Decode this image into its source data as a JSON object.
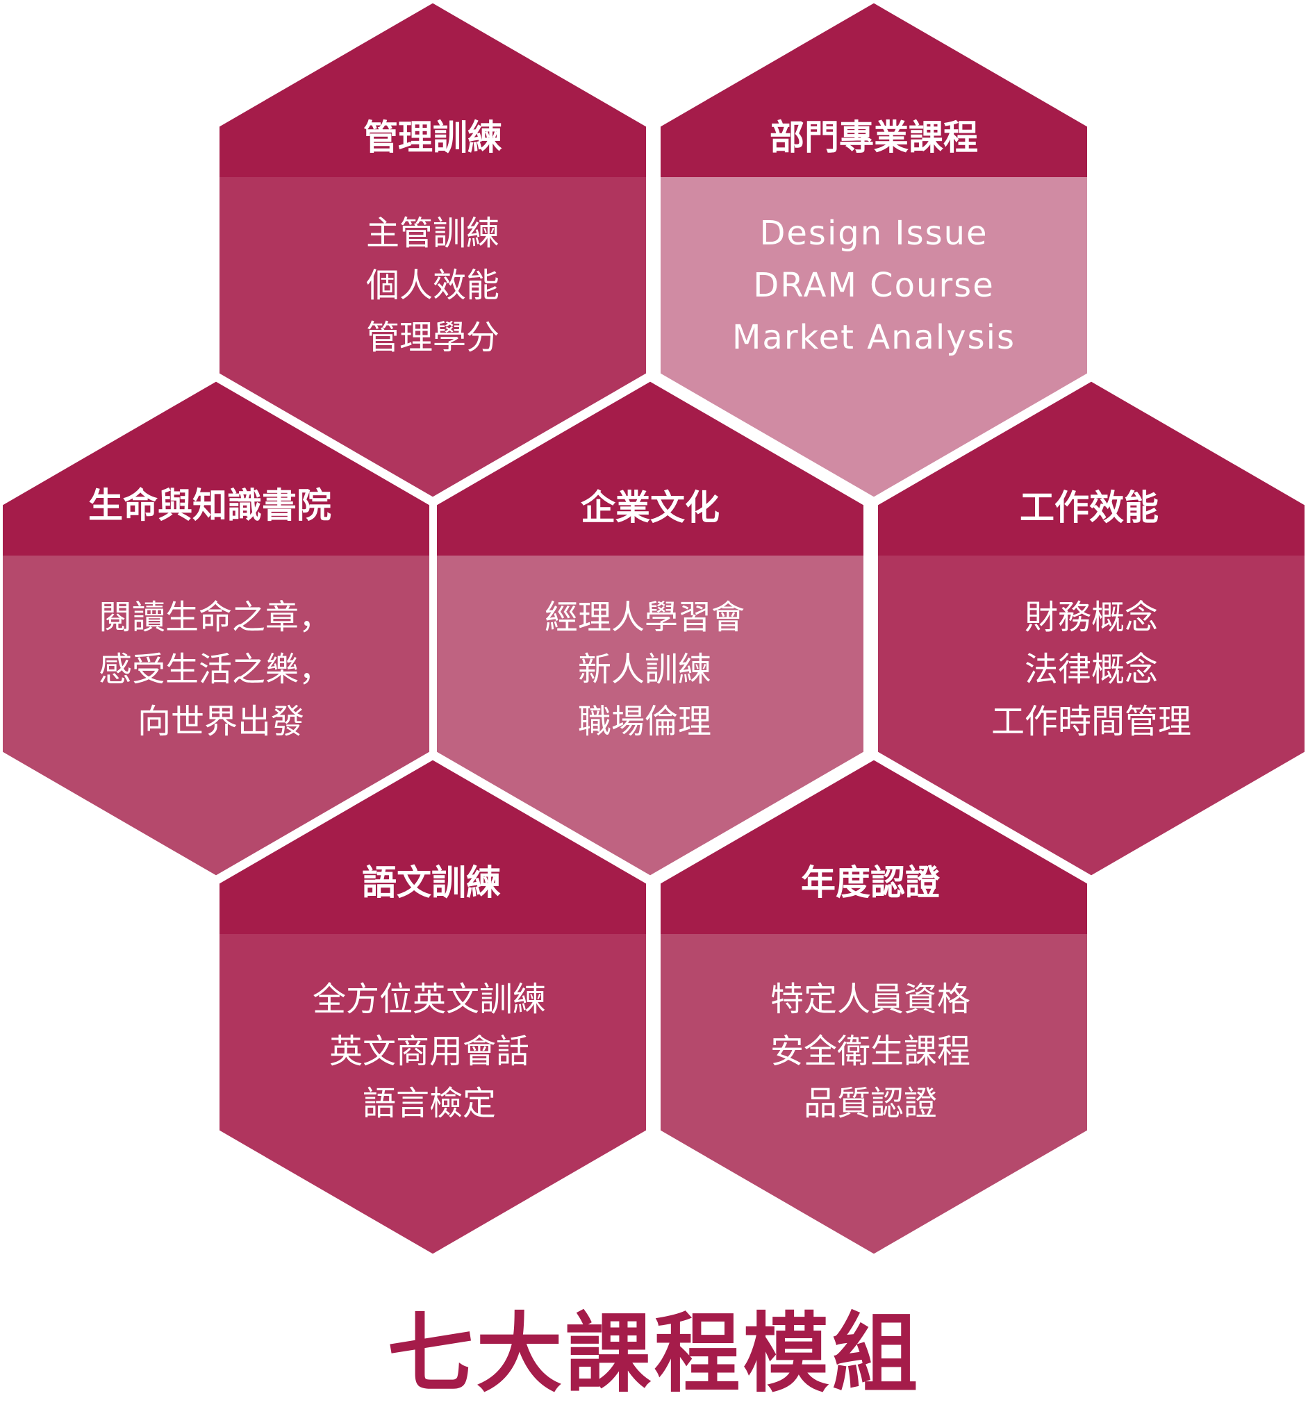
{
  "title": "七大課程模組",
  "colors": {
    "header": "#a51c4a",
    "border": "#ffffff",
    "title_text": "#a51c4a"
  },
  "modules": [
    {
      "id": "management",
      "title": "管理訓練",
      "items": [
        "主管訓練",
        "個人效能",
        "管理學分"
      ],
      "body_color": "#b0355e"
    },
    {
      "id": "department",
      "title": "部門專業課程",
      "items": [
        "Design Issue",
        "DRAM Course",
        "Market Analysis"
      ],
      "body_color": "#d08ba3"
    },
    {
      "id": "life",
      "title": "生命與知識書院",
      "items": [
        "閱讀生命之章，",
        "感受生活之樂，",
        "向世界出發"
      ],
      "body_color": "#b5496c"
    },
    {
      "id": "culture",
      "title": "企業文化",
      "items": [
        "經理人學習會",
        "新人訓練",
        "職場倫理"
      ],
      "body_color": "#bf6381"
    },
    {
      "id": "efficiency",
      "title": "工作效能",
      "items": [
        "財務概念",
        "法律概念",
        "工作時間管理"
      ],
      "body_color": "#b0355e"
    },
    {
      "id": "language",
      "title": "語文訓練",
      "items": [
        "全方位英文訓練",
        "英文商用會話",
        "語言檢定"
      ],
      "body_color": "#b0355e"
    },
    {
      "id": "certification",
      "title": "年度認證",
      "items": [
        "特定人員資格",
        "安全衛生課程",
        "品質認證"
      ],
      "body_color": "#b5496c"
    }
  ]
}
